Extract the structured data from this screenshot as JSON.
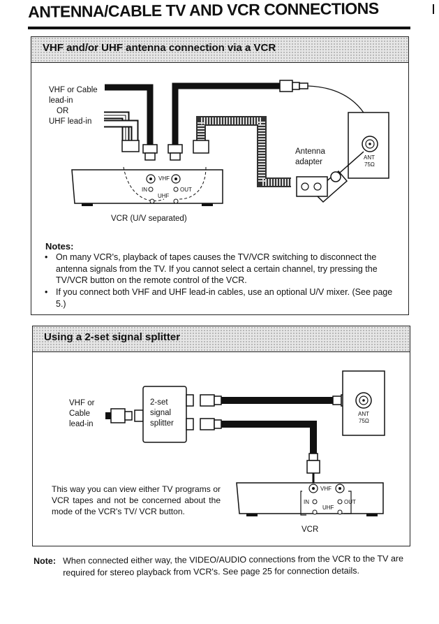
{
  "page_title": "ANTENNA/CABLE TV AND VCR CONNECTIONS",
  "section1": {
    "heading": "VHF and/or UHF antenna connection via a VCR",
    "labels": {
      "vhf_lead_line1": "VHF or Cable",
      "vhf_lead_line2": "lead-in",
      "or": "OR",
      "uhf_lead": "UHF lead-in",
      "antenna_adapter_1": "Antenna",
      "antenna_adapter_2": "adapter",
      "ant": "ANT",
      "ohm": "75Ω",
      "vcr": "VCR (U/V separated)",
      "vhf_port": "VHF",
      "uhf_port": "UHF",
      "in": "IN",
      "out": "OUT"
    },
    "notes_title": "Notes:",
    "notes": [
      "On many VCR's, playback of tapes causes the TV/VCR switching to disconnect the antenna signals from the TV. If you cannot select a certain channel, try pressing the TV/VCR button on the remote control of the VCR.",
      "If you connect both VHF and UHF lead-in cables, use an optional U/V mixer. (See page 5.)"
    ]
  },
  "section2": {
    "heading": "Using a 2-set signal splitter",
    "labels": {
      "vhf_line1": "VHF or",
      "vhf_line2": "Cable",
      "vhf_line3": "lead-in",
      "splitter_1": "2-set",
      "splitter_2": "signal",
      "splitter_3": "splitter",
      "ant": "ANT",
      "ohm": "75Ω",
      "vcr": "VCR",
      "vhf_port": "VHF",
      "uhf_port": "UHF",
      "in": "IN",
      "out": "OUT"
    },
    "paragraph": "This way you can view either TV programs or VCR tapes and not be concerned about the mode of the VCR's TV/ VCR button."
  },
  "bottom_note": {
    "label": "Note:",
    "text": "When connected either way, the VIDEO/AUDIO connections from the VCR to the TV are required for stereo playback from VCR's. See page 25 for connection details."
  }
}
